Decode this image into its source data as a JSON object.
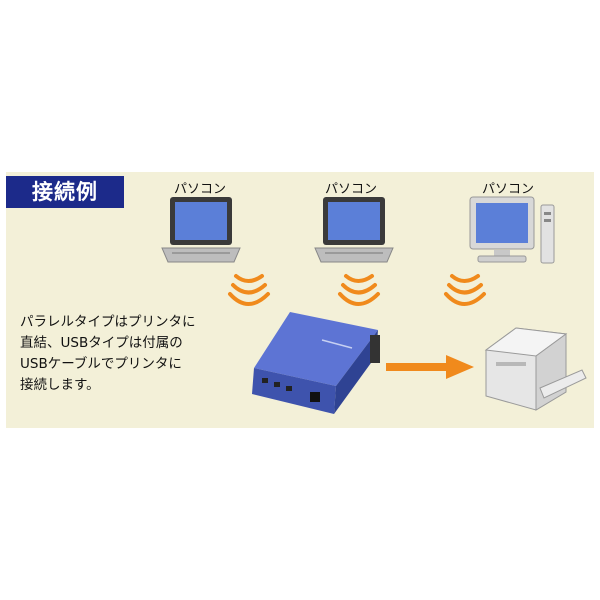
{
  "title": "接続例",
  "devices": [
    {
      "label": "パソコン",
      "icon": "laptop-icon"
    },
    {
      "label": "パソコン",
      "icon": "laptop-icon"
    },
    {
      "label": "パソコン",
      "icon": "desktop-pc-icon"
    }
  ],
  "description_lines": [
    "パラレルタイプはプリンタに",
    "直結、USBタイプは付属の",
    "USBケーブルでプリンタに",
    "接続します。"
  ],
  "server_icon": "print-server-icon",
  "printer_icon": "printer-icon",
  "colors": {
    "badge": "#1c2a8a",
    "panel": "#f3f0d8",
    "arrow": "#f08a1c",
    "device_blue": "#4a62c8"
  }
}
